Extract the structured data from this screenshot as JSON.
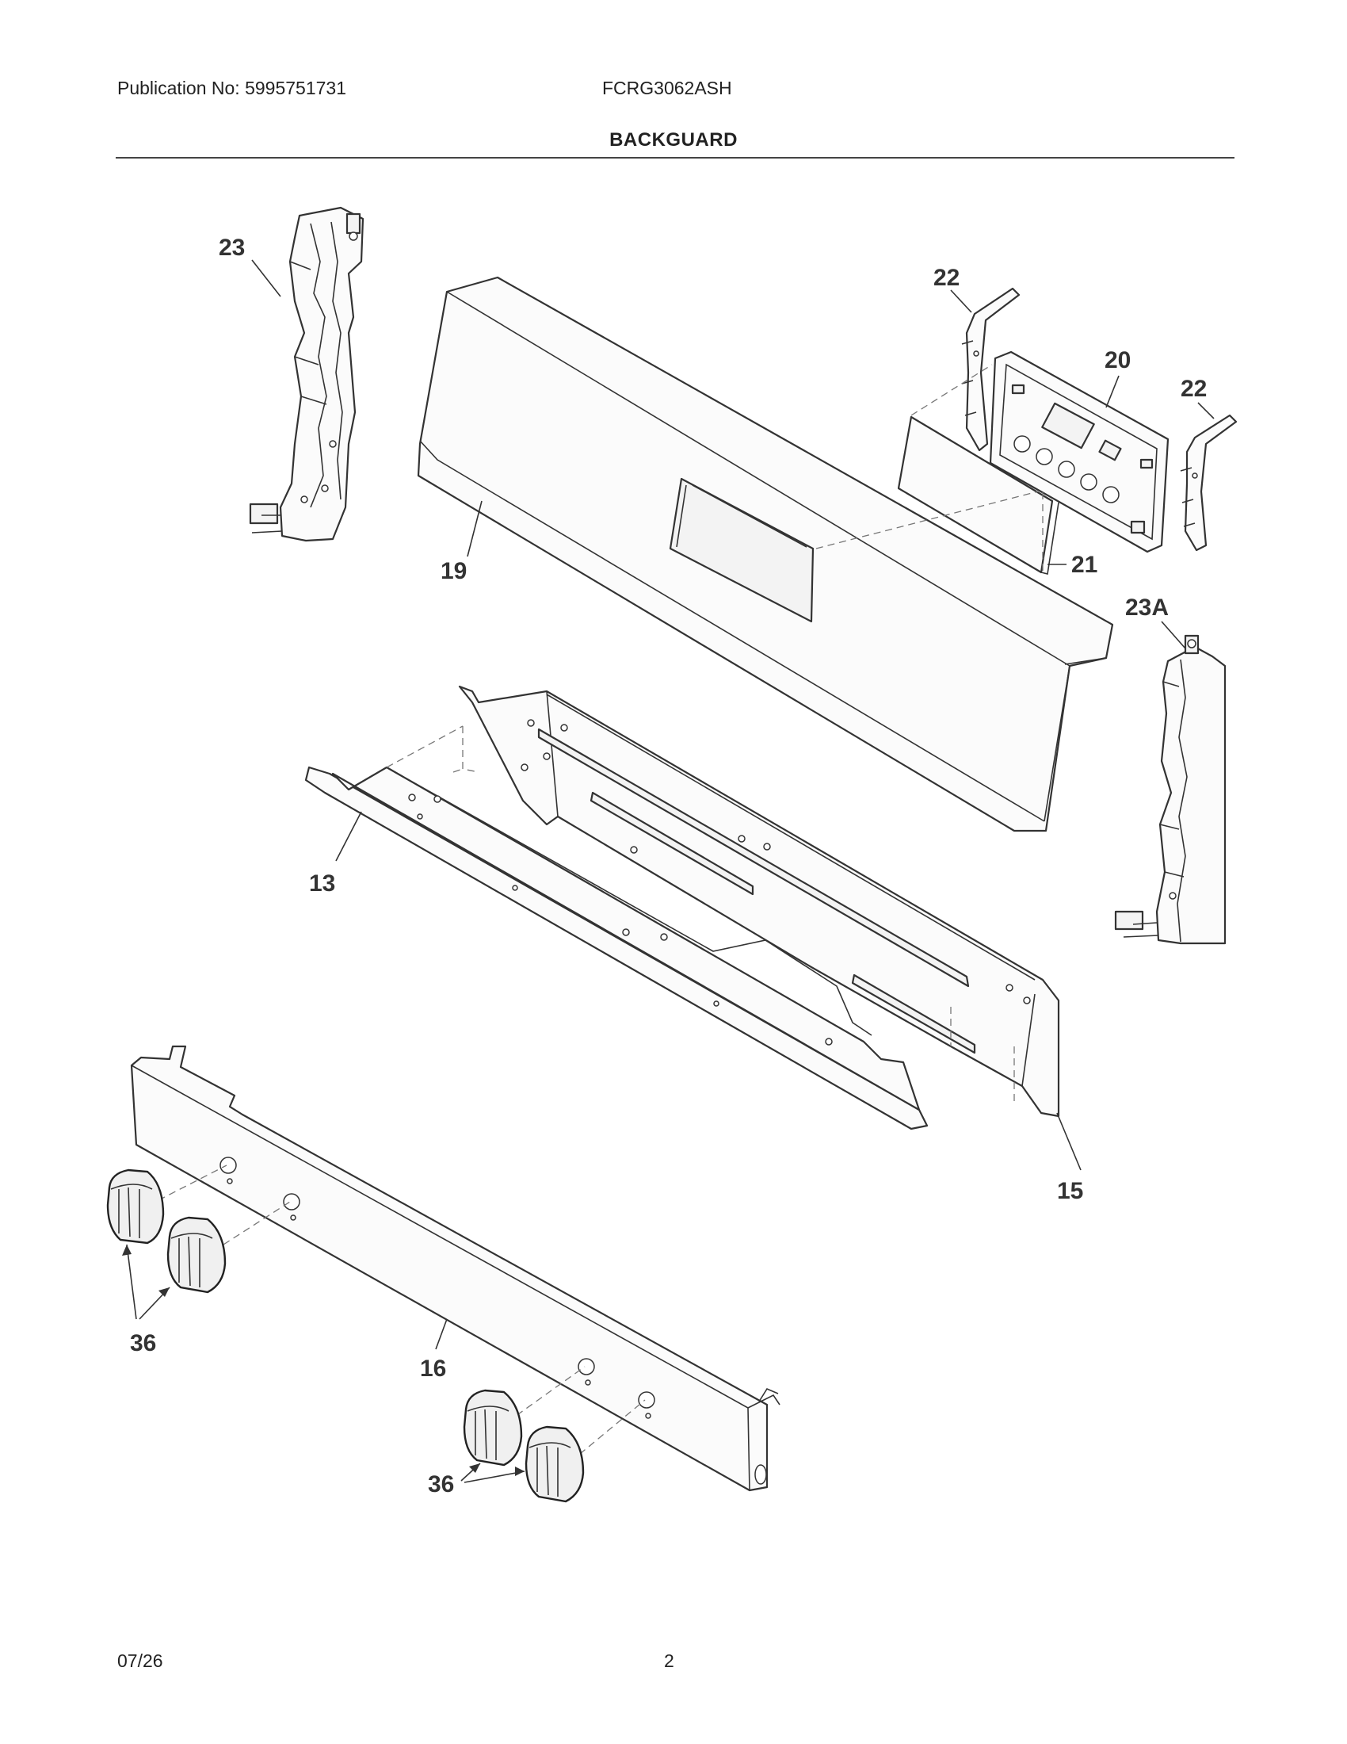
{
  "header": {
    "publication": "Publication No: 5995751731",
    "model": "FCRG3062ASH",
    "title": "BACKGUARD"
  },
  "footer": {
    "date": "07/26",
    "page_number": "2"
  },
  "callouts": {
    "c23": "23",
    "c22a": "22",
    "c20": "20",
    "c22b": "22",
    "c19": "19",
    "c21": "21",
    "c23a": "23A",
    "c13": "13",
    "c15": "15",
    "c36a": "36",
    "c16": "16",
    "c36b": "36"
  }
}
